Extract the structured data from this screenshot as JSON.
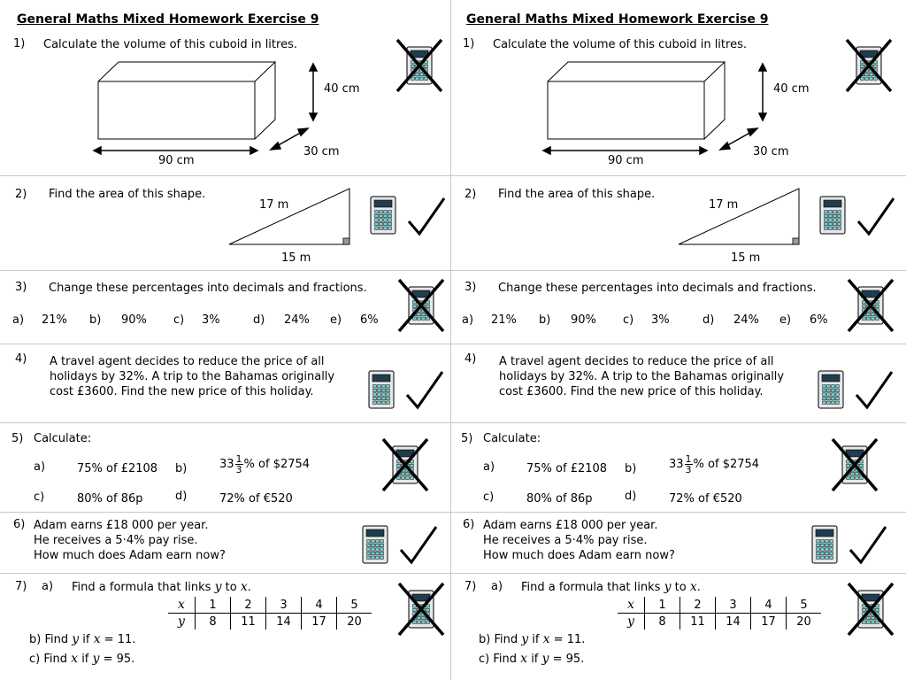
{
  "title": "General Maths Mixed Homework Exercise 9",
  "q1": {
    "num": "1)",
    "text": "Calculate the volume of this cuboid in litres.",
    "height_label": "40 cm",
    "depth_label": "30 cm",
    "length_label": "90 cm",
    "calculator": "no-calculator-icon"
  },
  "q2": {
    "num": "2)",
    "text": "Find the area of this shape.",
    "hyp_label": "17 m",
    "base_label": "15 m",
    "calculator": "calculator-allowed-icon"
  },
  "q3": {
    "num": "3)",
    "text": "Change these percentages into decimals and fractions.",
    "items": [
      {
        "label": "a)",
        "value": "21%"
      },
      {
        "label": "b)",
        "value": "90%"
      },
      {
        "label": "c)",
        "value": "3%"
      },
      {
        "label": "d)",
        "value": "24%"
      },
      {
        "label": "e)",
        "value": "6%"
      }
    ],
    "calculator": "no-calculator-icon"
  },
  "q4": {
    "num": "4)",
    "text": "A travel agent decides to reduce the price of all holidays by 32%.   A trip to the Bahamas originally cost £3600.  Find the new price of this holiday.",
    "calculator": "calculator-allowed-icon"
  },
  "q5": {
    "num": "5)",
    "text": "Calculate:",
    "a_label": "a)",
    "a_value": "75% of £2108",
    "b_label": "b)",
    "b_whole": "33",
    "b_num": "1",
    "b_den": "3",
    "b_rest": "% of $2754",
    "c_label": "c)",
    "c_value": "80% of 86p",
    "d_label": "d)",
    "d_value": "72% of €520",
    "calculator": "no-calculator-icon"
  },
  "q6": {
    "num": "6)",
    "line1": "Adam earns £18 000 per year.",
    "line2": "He receives a 5·4% pay rise.",
    "line3": "How much does Adam earn now?",
    "calculator": "calculator-allowed-icon"
  },
  "q7": {
    "num": "7)",
    "a_label": "a)",
    "a_text_pre": "Find a formula that links ",
    "y_var": "y",
    "to_text": " to ",
    "x_var": "x",
    "period": ".",
    "table_x_head": "x",
    "table_y_head": "y",
    "x_values": [
      "1",
      "2",
      "3",
      "4",
      "5"
    ],
    "y_values": [
      "8",
      "11",
      "14",
      "17",
      "20"
    ],
    "b_label": "b)",
    "b_pre": "Find ",
    "b_if": " if ",
    "b_eq": " = 11.",
    "c_label": "c)",
    "c_pre": "Find ",
    "c_if": " if ",
    "c_eq": " = 95.",
    "calculator": "no-calculator-icon"
  },
  "colors": {
    "divider": "#c8c8c8",
    "calculator_screen": "#1f3d4d",
    "calculator_keys": "#6fd3d6"
  }
}
